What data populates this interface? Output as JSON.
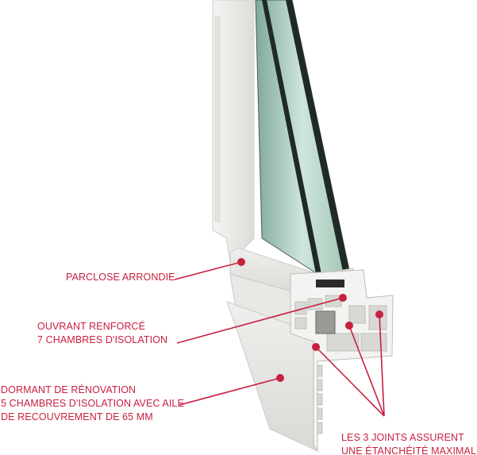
{
  "accent_color": "#c8203f",
  "labels": {
    "parclose": [
      "PARCLOSE ARRONDIE"
    ],
    "ouvrant": [
      "OUVRANT RENFORCÉ",
      "7 CHAMBRES D'ISOLATION"
    ],
    "dormant": [
      "DORMANT DE RÉNOVATION",
      "5 CHAMBRES D'ISOLATION  AVEC AILE",
      "DE RECOUVREMENT  DE 65 MM"
    ],
    "joints": [
      "LES 3 JOINTS ASSURENT",
      "UNE ÉTANCHÉITÉ MAXIMALE"
    ]
  }
}
